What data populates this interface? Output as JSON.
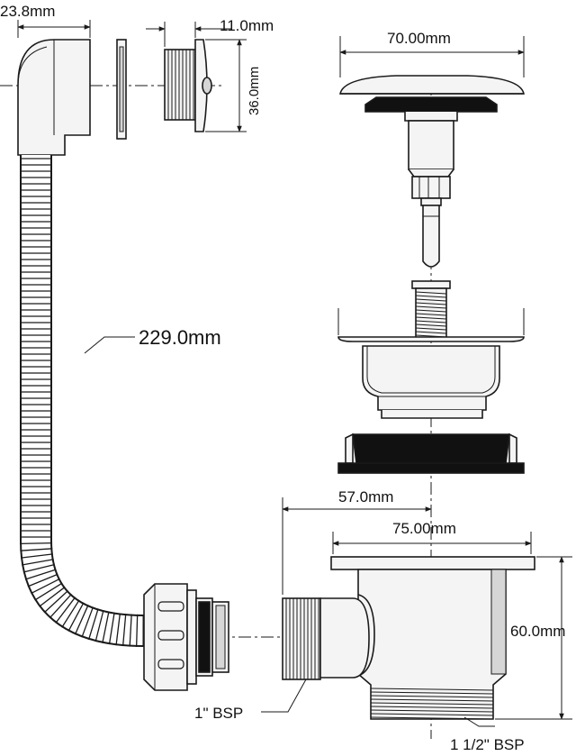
{
  "labels": {
    "overflow_width": "23.8mm",
    "connector_depth": "11.0mm",
    "connector_height": "36.0mm",
    "cap_diameter": "70.00mm",
    "hose_length": "229.0mm",
    "offset": "57.0mm",
    "body_diameter": "75.00mm",
    "body_height": "60.0mm",
    "thread_small": "1\" BSP",
    "thread_large": "1 1/2\" BSP"
  },
  "colors": {
    "line": "#1a1a1a",
    "part_fill": "#f4f4f4",
    "shade": "#d6d6d6",
    "seal": "#111111"
  }
}
